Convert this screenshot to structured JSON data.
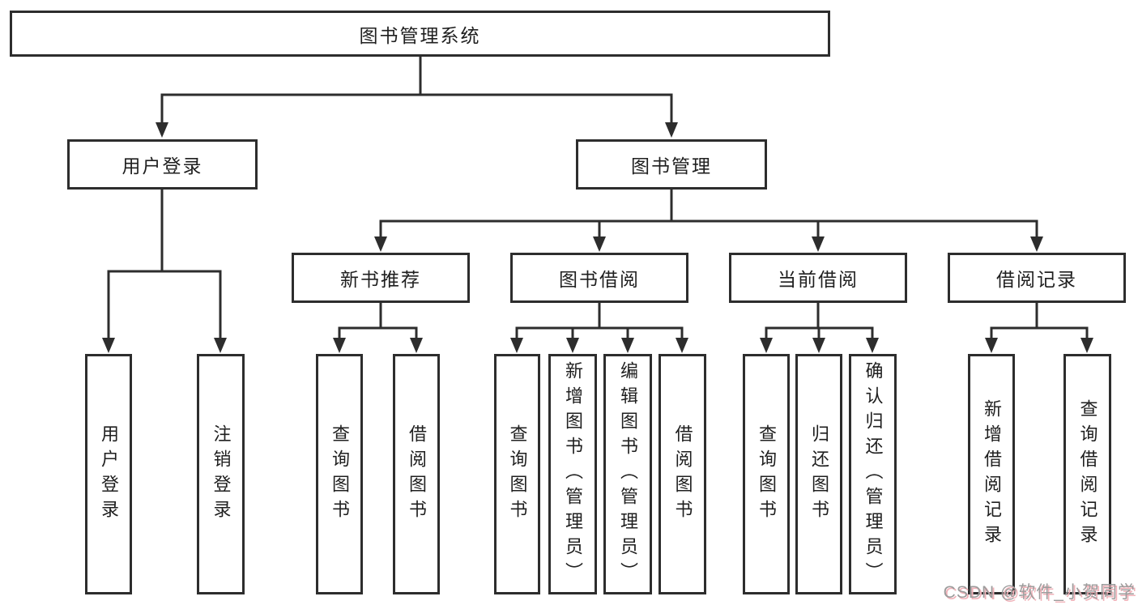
{
  "nodes": {
    "root": "图书管理系统",
    "user_login": "用户登录",
    "book_management": "图书管理",
    "new_book_recommend": "新书推荐",
    "book_borrowing": "图书借阅",
    "current_borrowing": "当前借阅",
    "borrowing_records": "借阅记录",
    "user_login_leaf": "用户登录",
    "logout": "注销登录",
    "query_books_recommend": "查询图书",
    "borrow_books_recommend": "借阅图书",
    "query_books_borrowing": "查询图书",
    "add_books_admin": "新增图书（管理员）",
    "edit_books_admin": "编辑图书（管理员）",
    "borrow_books_borrowing": "借阅图书",
    "query_books_current": "查询图书",
    "return_books": "归还图书",
    "confirm_return_admin": "确认归还（管理员）",
    "add_borrowing_record": "新增借阅记录",
    "query_borrowing_record": "查询借阅记录"
  },
  "watermark": "CSDN @软件_小贺同学",
  "colors": {
    "line": "#2d2d2d",
    "box_border": "#2d2d2d",
    "text": "#1f1f1f",
    "background": "#ffffff",
    "watermark_text": "#9c9c9c",
    "watermark_shadow": "#f0b1b8"
  }
}
